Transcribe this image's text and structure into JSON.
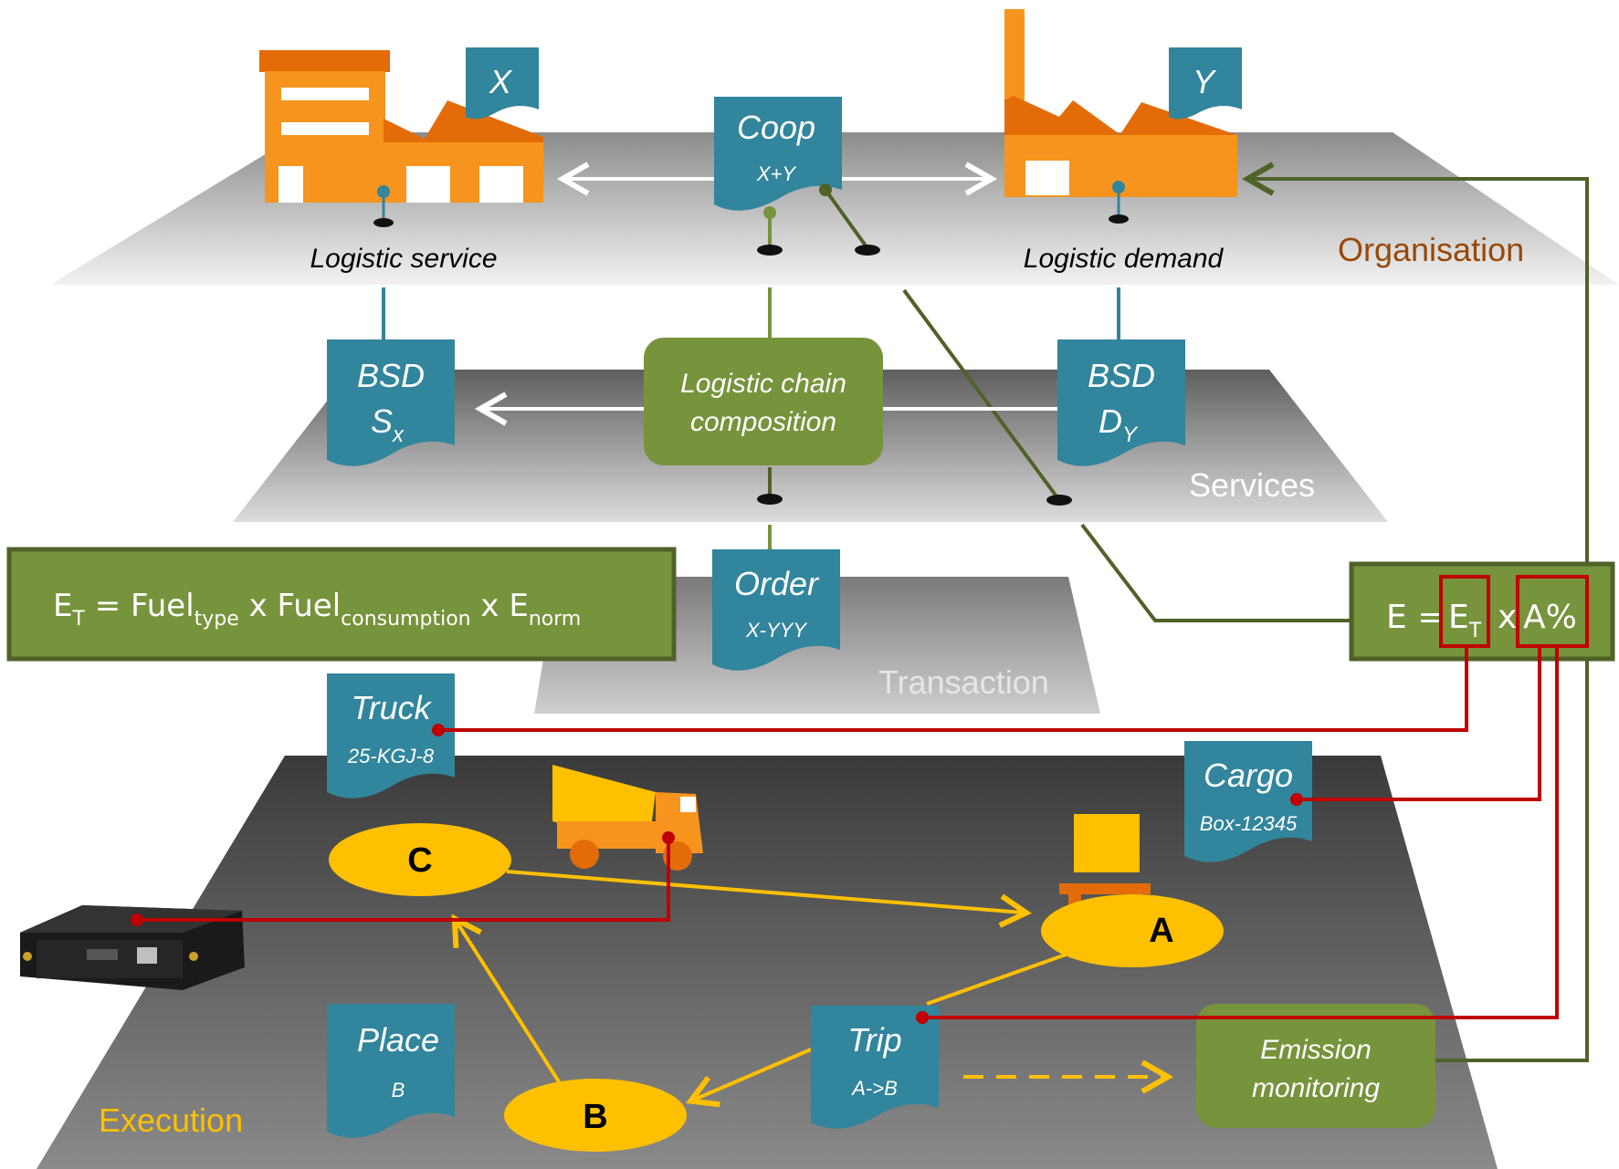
{
  "colors": {
    "orange": "#F7941D",
    "dark_orange": "#E36C09",
    "teal": "#31859C",
    "green": "#77933C",
    "dark_green": "#4F6228",
    "red": "#C00000",
    "yellow": "#FFC000",
    "organisation_text": "#984807"
  },
  "layers": {
    "organisation": "Organisation",
    "services": "Services",
    "transaction": "Transaction",
    "execution": "Execution"
  },
  "organisation": {
    "service_label": "Logistic service",
    "demand_label": "Logistic demand",
    "x_tag": "X",
    "y_tag": "Y",
    "coop_title": "Coop",
    "coop_sub": "X+Y"
  },
  "services": {
    "bsd_s_title": "BSD",
    "bsd_s_sub_main": "S",
    "bsd_s_sub_index": "x",
    "chain_line1": "Logistic chain",
    "chain_line2": "composition",
    "bsd_d_title": "BSD",
    "bsd_d_sub_main": "D",
    "bsd_d_sub_index": "Y"
  },
  "transaction": {
    "order_title": "Order",
    "order_sub": "X-YYY"
  },
  "formula_left": {
    "e": "E",
    "e_sub": "T",
    "eq": " = Fuel",
    "fuel_sub1": "type",
    "x1": " x Fuel",
    "fuel_sub2": "consumption",
    "x2": " x E",
    "e_sub2": "norm"
  },
  "formula_right": {
    "e": "E =",
    "et": "E",
    "et_sub": "T",
    "times": "x",
    "a": "A%"
  },
  "execution": {
    "truck_title": "Truck",
    "truck_sub": "25-KGJ-8",
    "cargo_title": "Cargo",
    "cargo_sub": "Box-12345",
    "place_title": "Place",
    "place_sub": "B",
    "trip_title": "Trip",
    "trip_sub": "A->B",
    "node_a": "A",
    "node_b": "B",
    "node_c": "C",
    "emission_line1": "Emission",
    "emission_line2": "monitoring"
  }
}
